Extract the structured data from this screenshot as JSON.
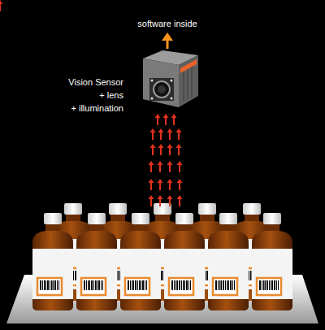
{
  "diagram": {
    "labels": [
      "software inside",
      "Vision Sensor",
      "+ lens",
      "+ illumination"
    ]
  }
}
